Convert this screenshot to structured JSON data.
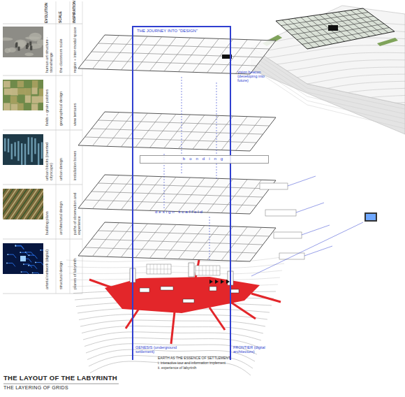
{
  "diagram": {
    "title": "THE LAYOUT OF THE LABYRINTH",
    "caption": "THE LAYERING OF GRIDS",
    "nodes": [
      {
        "text": [
          "human art structure - stonehenge"
        ]
      },
      {
        "text": [
          "fields + grain patches"
        ]
      },
      {
        "text": [
          "urban blocks (inverted cityscape)"
        ]
      },
      {
        "text": [
          "building plans"
        ]
      },
      {
        "text": [
          "arterial network (digital)"
        ]
      },
      {
        "text": [
          "bonding"
        ]
      }
    ],
    "labels": [
      "EVOLUTION",
      "SCALE",
      "INSPIRATION",
      "the classroom scale",
      "region + inter-modal space",
      "geographical design",
      "view terraces",
      "urban design",
      "installation boxes",
      "architectural design",
      "paths of observation and experience",
      "structural design",
      "planes of labyrinth",
      "THE JOURNEY INTO \"DESIGN\"",
      "vision beacon (developing into future)",
      "design scaffold",
      "GENESIS (underground settlement)",
      "FRONTIER (digital architecture)",
      "EARTH AS THE ESSENCE OF SETTLEMENT",
      "i. interactive tour and information implement",
      "ii. experience of labyrinth"
    ]
  }
}
